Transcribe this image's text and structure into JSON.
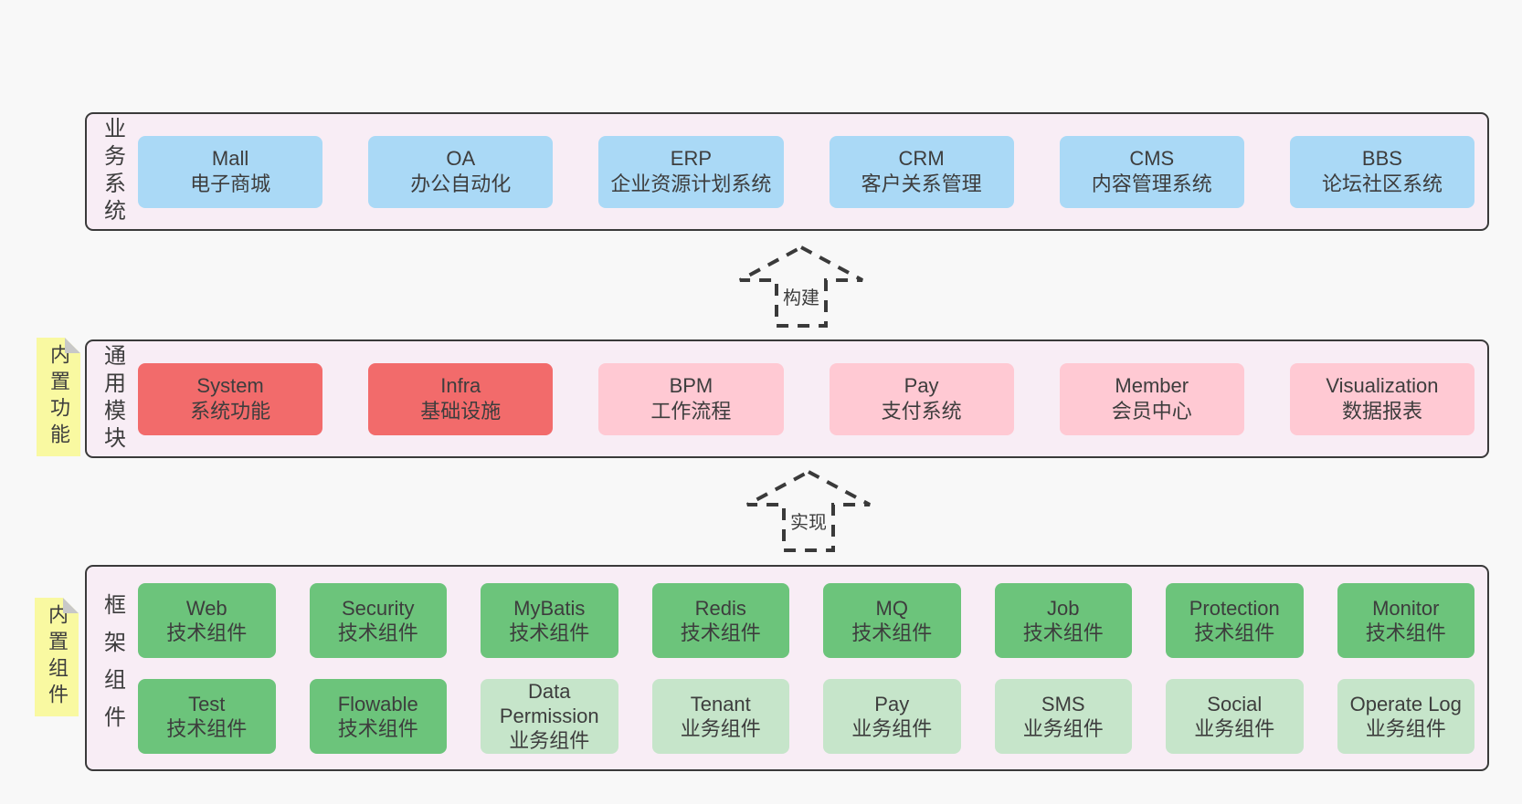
{
  "palette": {
    "pageBg": "#f8f8f8",
    "containerBg": "#f8edf5",
    "border": "#3a3a3a",
    "text": "#3d3d3d",
    "blue": "#aad9f6",
    "red": "#f26b6b",
    "pink": "#ffc9d3",
    "greenDark": "#6cc47b",
    "greenLight": "#c6e5ca",
    "yellow": "#f9f9a1",
    "fold": "#c8c8c8"
  },
  "arrows": [
    {
      "label": "构建"
    },
    {
      "label": "实现"
    }
  ],
  "layers": [
    {
      "label": "业务系统",
      "boxes": [
        {
          "name": "Mall",
          "desc": "电子商城",
          "type": "blue"
        },
        {
          "name": "OA",
          "desc": "办公自动化",
          "type": "blue"
        },
        {
          "name": "ERP",
          "desc": "企业资源计划系统",
          "type": "blue"
        },
        {
          "name": "CRM",
          "desc": "客户关系管理",
          "type": "blue"
        },
        {
          "name": "CMS",
          "desc": "内容管理系统",
          "type": "blue"
        },
        {
          "name": "BBS",
          "desc": "论坛社区系统",
          "type": "blue"
        }
      ]
    },
    {
      "label": "通用模块",
      "note": "内置功能",
      "boxes": [
        {
          "name": "System",
          "desc": "系统功能",
          "type": "red"
        },
        {
          "name": "Infra",
          "desc": "基础设施",
          "type": "red"
        },
        {
          "name": "BPM",
          "desc": "工作流程",
          "type": "pink"
        },
        {
          "name": "Pay",
          "desc": "支付系统",
          "type": "pink"
        },
        {
          "name": "Member",
          "desc": "会员中心",
          "type": "pink"
        },
        {
          "name": "Visualization",
          "desc": "数据报表",
          "type": "pink"
        }
      ]
    },
    {
      "label": "框架组件",
      "note": "内置组件",
      "rows": [
        [
          {
            "name": "Web",
            "desc": "技术组件",
            "type": "green-dark"
          },
          {
            "name": "Security",
            "desc": "技术组件",
            "type": "green-dark"
          },
          {
            "name": "MyBatis",
            "desc": "技术组件",
            "type": "green-dark"
          },
          {
            "name": "Redis",
            "desc": "技术组件",
            "type": "green-dark"
          },
          {
            "name": "MQ",
            "desc": "技术组件",
            "type": "green-dark"
          },
          {
            "name": "Job",
            "desc": "技术组件",
            "type": "green-dark"
          },
          {
            "name": "Protection",
            "desc": "技术组件",
            "type": "green-dark"
          },
          {
            "name": "Monitor",
            "desc": "技术组件",
            "type": "green-dark"
          }
        ],
        [
          {
            "name": "Test",
            "desc": "技术组件",
            "type": "green-dark"
          },
          {
            "name": "Flowable",
            "desc": "技术组件",
            "type": "green-dark"
          },
          {
            "name": "Data Permission",
            "desc": "业务组件",
            "type": "green-light"
          },
          {
            "name": "Tenant",
            "desc": "业务组件",
            "type": "green-light"
          },
          {
            "name": "Pay",
            "desc": "业务组件",
            "type": "green-light"
          },
          {
            "name": "SMS",
            "desc": "业务组件",
            "type": "green-light"
          },
          {
            "name": "Social",
            "desc": "业务组件",
            "type": "green-light"
          },
          {
            "name": "Operate Log",
            "desc": "业务组件",
            "type": "green-light"
          }
        ]
      ]
    }
  ]
}
